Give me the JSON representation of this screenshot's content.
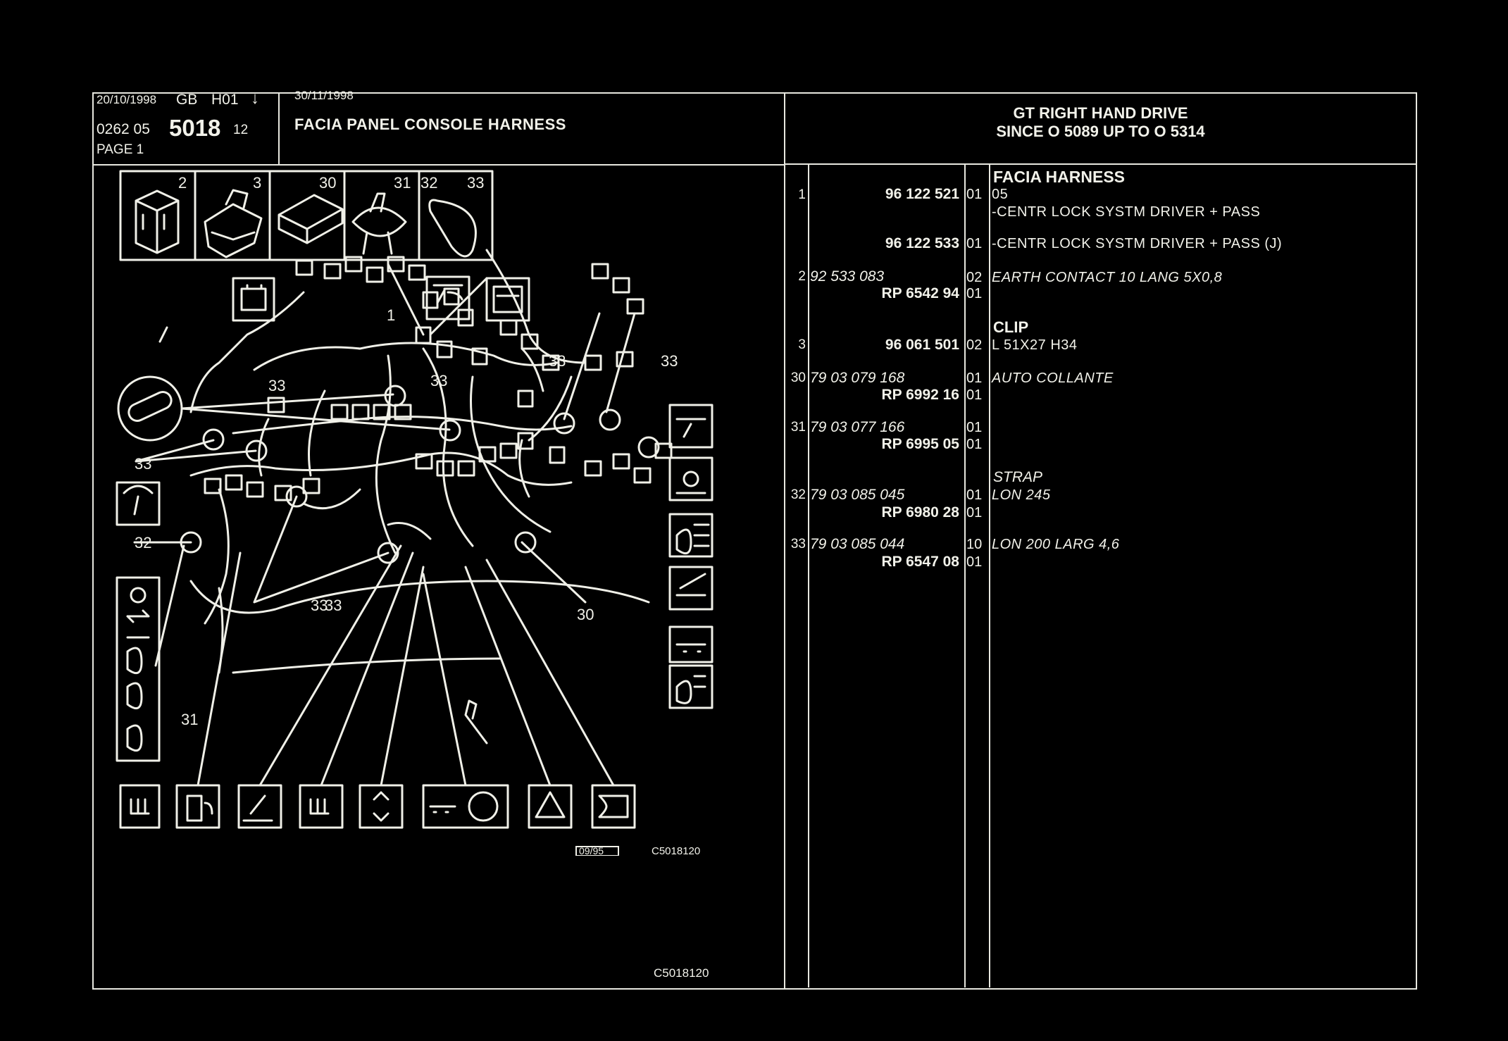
{
  "header": {
    "date1": "20/10/1998",
    "country": "GB",
    "code": "H01",
    "arrow": "↓",
    "date2": "30/11/1998",
    "ref_prefix": "0262 05",
    "ref_main": "5018",
    "ref_suffix": "12",
    "page": "PAGE 1",
    "title": "FACIA PANEL CONSOLE HARNESS",
    "model_line1": "GT RIGHT HAND DRIVE",
    "model_line2": "SINCE O  5089 UP  TO  O  5314"
  },
  "diagram": {
    "thumb_labels": [
      "2",
      "3",
      "30",
      "31",
      "32",
      "33"
    ],
    "callouts": [
      "1",
      "33",
      "33",
      "33",
      "33",
      "33",
      "33",
      "32",
      "33",
      "30",
      "31"
    ],
    "stamp_date": "09/95",
    "stamp_code": "C5018120",
    "footer_code": "C5018120",
    "icons": [
      "battery-icon",
      "fuel-gauge-icon",
      "gauge-icon",
      "wiper-icon",
      "interior-light-icon",
      "headlamp-icon",
      "fog-lamp-icon",
      "hazard-icon",
      "warning-triangle-icon",
      "horn-icon",
      "fuel-pump-icon",
      "rear-defrost-icon",
      "brake-icon",
      "seat-icon"
    ]
  },
  "parts": [
    {
      "item": "1",
      "ref": "96 122 521",
      "ref_bold": true,
      "qty": "01",
      "group": "FACIA HARNESS",
      "desc": "05",
      "desc2": "-CENTR LOCK SYSTM DRIVER + PASS"
    },
    {
      "item": "",
      "ref": "96 122 533",
      "ref_bold": true,
      "qty": "01",
      "desc": "-CENTR LOCK SYSTM DRIVER + PASS (J)"
    },
    {
      "item": "2",
      "ref": "92 533 083",
      "ref_bold": false,
      "qty": "02",
      "desc": "EARTH CONTACT 10 LANG 5X0,8"
    },
    {
      "item": "",
      "ref": "RP  6542 94",
      "ref_bold": true,
      "qty": "01",
      "desc": ""
    },
    {
      "item": "3",
      "ref": "96 061 501",
      "ref_bold": true,
      "qty": "02",
      "group": "CLIP",
      "desc": "L 51X27 H34"
    },
    {
      "item": "30",
      "ref": "79 03 079 168",
      "ref_bold": false,
      "qty": "01",
      "desc": "AUTO COLLANTE"
    },
    {
      "item": "",
      "ref": "RP  6992 16",
      "ref_bold": true,
      "qty": "01",
      "desc": ""
    },
    {
      "item": "31",
      "ref": "79 03 077 166",
      "ref_bold": false,
      "qty": "01",
      "desc": ""
    },
    {
      "item": "",
      "ref": "RP  6995 05",
      "ref_bold": true,
      "qty": "01",
      "desc": ""
    },
    {
      "item": "32",
      "ref": "79 03 085 045",
      "ref_bold": false,
      "qty": "01",
      "group": "STRAP",
      "desc": "LON 245"
    },
    {
      "item": "",
      "ref": "RP  6980 28",
      "ref_bold": true,
      "qty": "01",
      "desc": ""
    },
    {
      "item": "33",
      "ref": "79 03 085 044",
      "ref_bold": false,
      "qty": "10",
      "desc": "LON 200 LARG 4,6"
    },
    {
      "item": "",
      "ref": "RP  6547 08",
      "ref_bold": true,
      "qty": "01",
      "desc": ""
    }
  ]
}
